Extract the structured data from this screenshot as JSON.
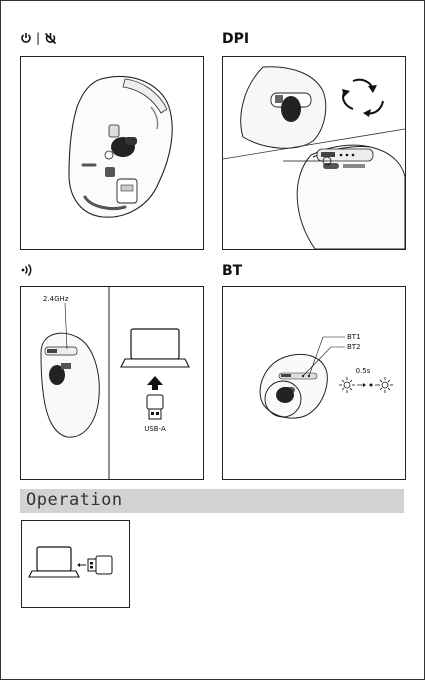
{
  "sections": {
    "power": {
      "separator": "|",
      "icons": [
        "power-icon",
        "power-off-icon"
      ]
    },
    "dpi": {
      "title": "DPI"
    },
    "wireless": {
      "icons": [
        "wireless-signal-icon"
      ]
    },
    "bt": {
      "title": "BT"
    }
  },
  "panels": {
    "wireless": {
      "freq_label": "2.4GHz",
      "receiver_label": "USB-A"
    },
    "bt": {
      "bt1_label": "BT1",
      "bt2_label": "BT2",
      "blink_time": "0.5s"
    }
  },
  "operation": {
    "title": "Operation"
  }
}
